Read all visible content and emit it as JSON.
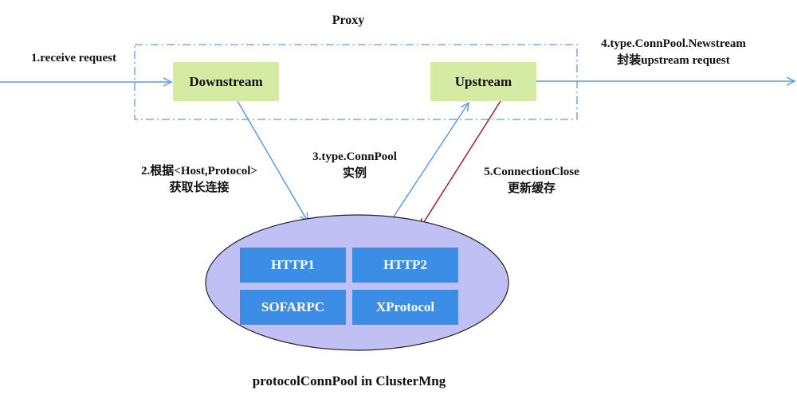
{
  "title": "Proxy",
  "nodes": {
    "downstream": "Downstream",
    "upstream": "Upstream"
  },
  "pool": {
    "caption": "protocolConnPool in ClusterMng",
    "protocols": [
      "HTTP1",
      "HTTP2",
      "SOFARPC",
      "XProtocol"
    ]
  },
  "steps": {
    "step1": "1.receive request",
    "step2_line1": "2.根据<Host,Protocol>",
    "step2_line2": "获取长连接",
    "step3_line1": "3.type.ConnPool",
    "step3_line2": "实例",
    "step4_line1": "4.type.ConnPool.Newstream",
    "step4_line2": "封装upstream request",
    "step5_line1": "5.ConnectionClose",
    "step5_line2": "更新缓存"
  },
  "colors": {
    "arrow_blue": "#5b9be8",
    "arrow_red": "#b0172a",
    "node_green": "#d5eaa2",
    "protocol_blue": "#3c8de6",
    "pool_fill": "#c0c0f5"
  }
}
